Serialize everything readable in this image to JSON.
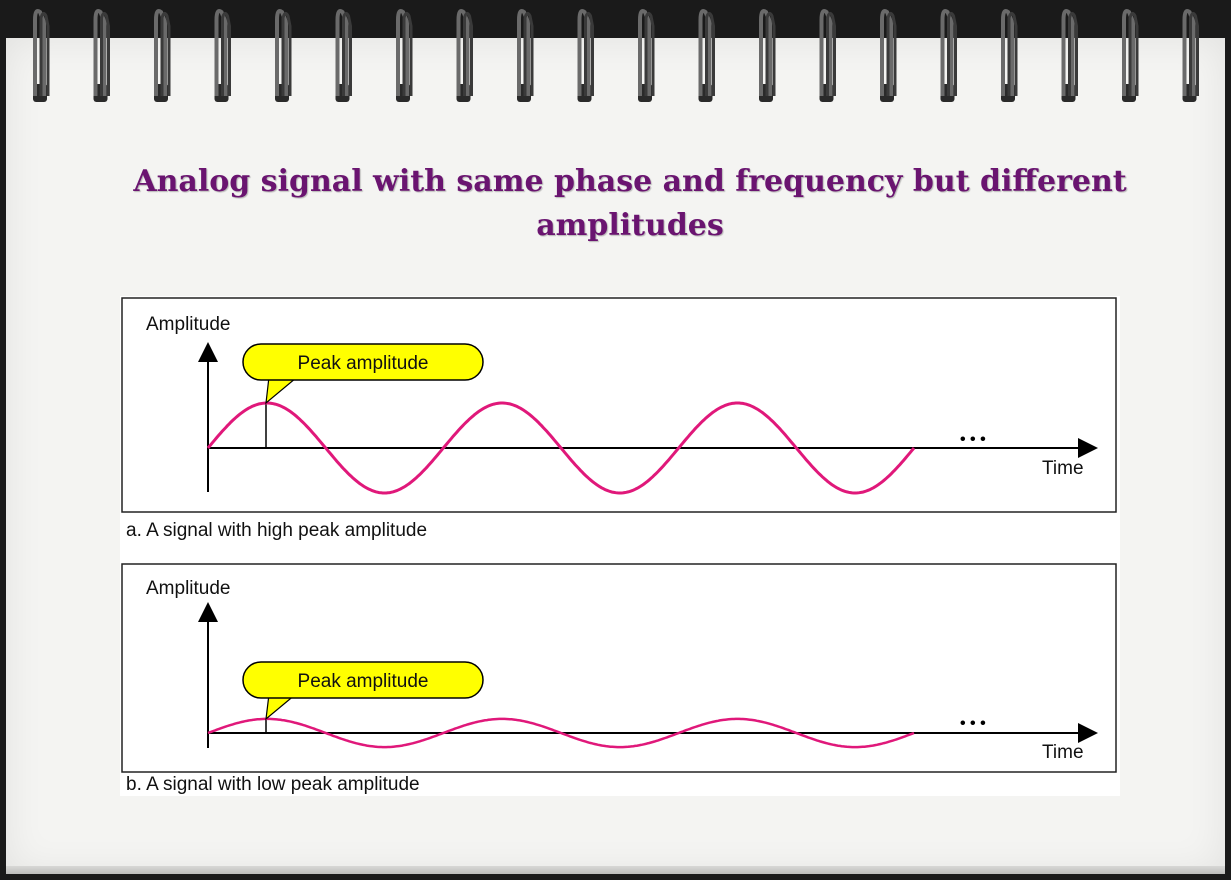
{
  "title": "Analog signal with same phase and frequency but different amplitudes",
  "colors": {
    "title": "#6a1470",
    "signal": "#e0187a",
    "callout_fill": "#ffff00",
    "frame": "#222222",
    "paper": "#f4f4f2"
  },
  "panels": [
    {
      "id": "a",
      "y_axis_label": "Amplitude",
      "x_axis_label": "Time",
      "callout": "Peak amplitude",
      "continuation": "• • •",
      "caption": "a. A signal with high peak amplitude",
      "peak_amplitude": 1.0,
      "cycles": 3
    },
    {
      "id": "b",
      "y_axis_label": "Amplitude",
      "x_axis_label": "Time",
      "callout": "Peak amplitude",
      "continuation": "• • •",
      "caption": "b. A signal with low peak amplitude",
      "peak_amplitude": 0.3,
      "cycles": 3
    }
  ],
  "icons": [
    "spiral-binding-ring-icon"
  ]
}
